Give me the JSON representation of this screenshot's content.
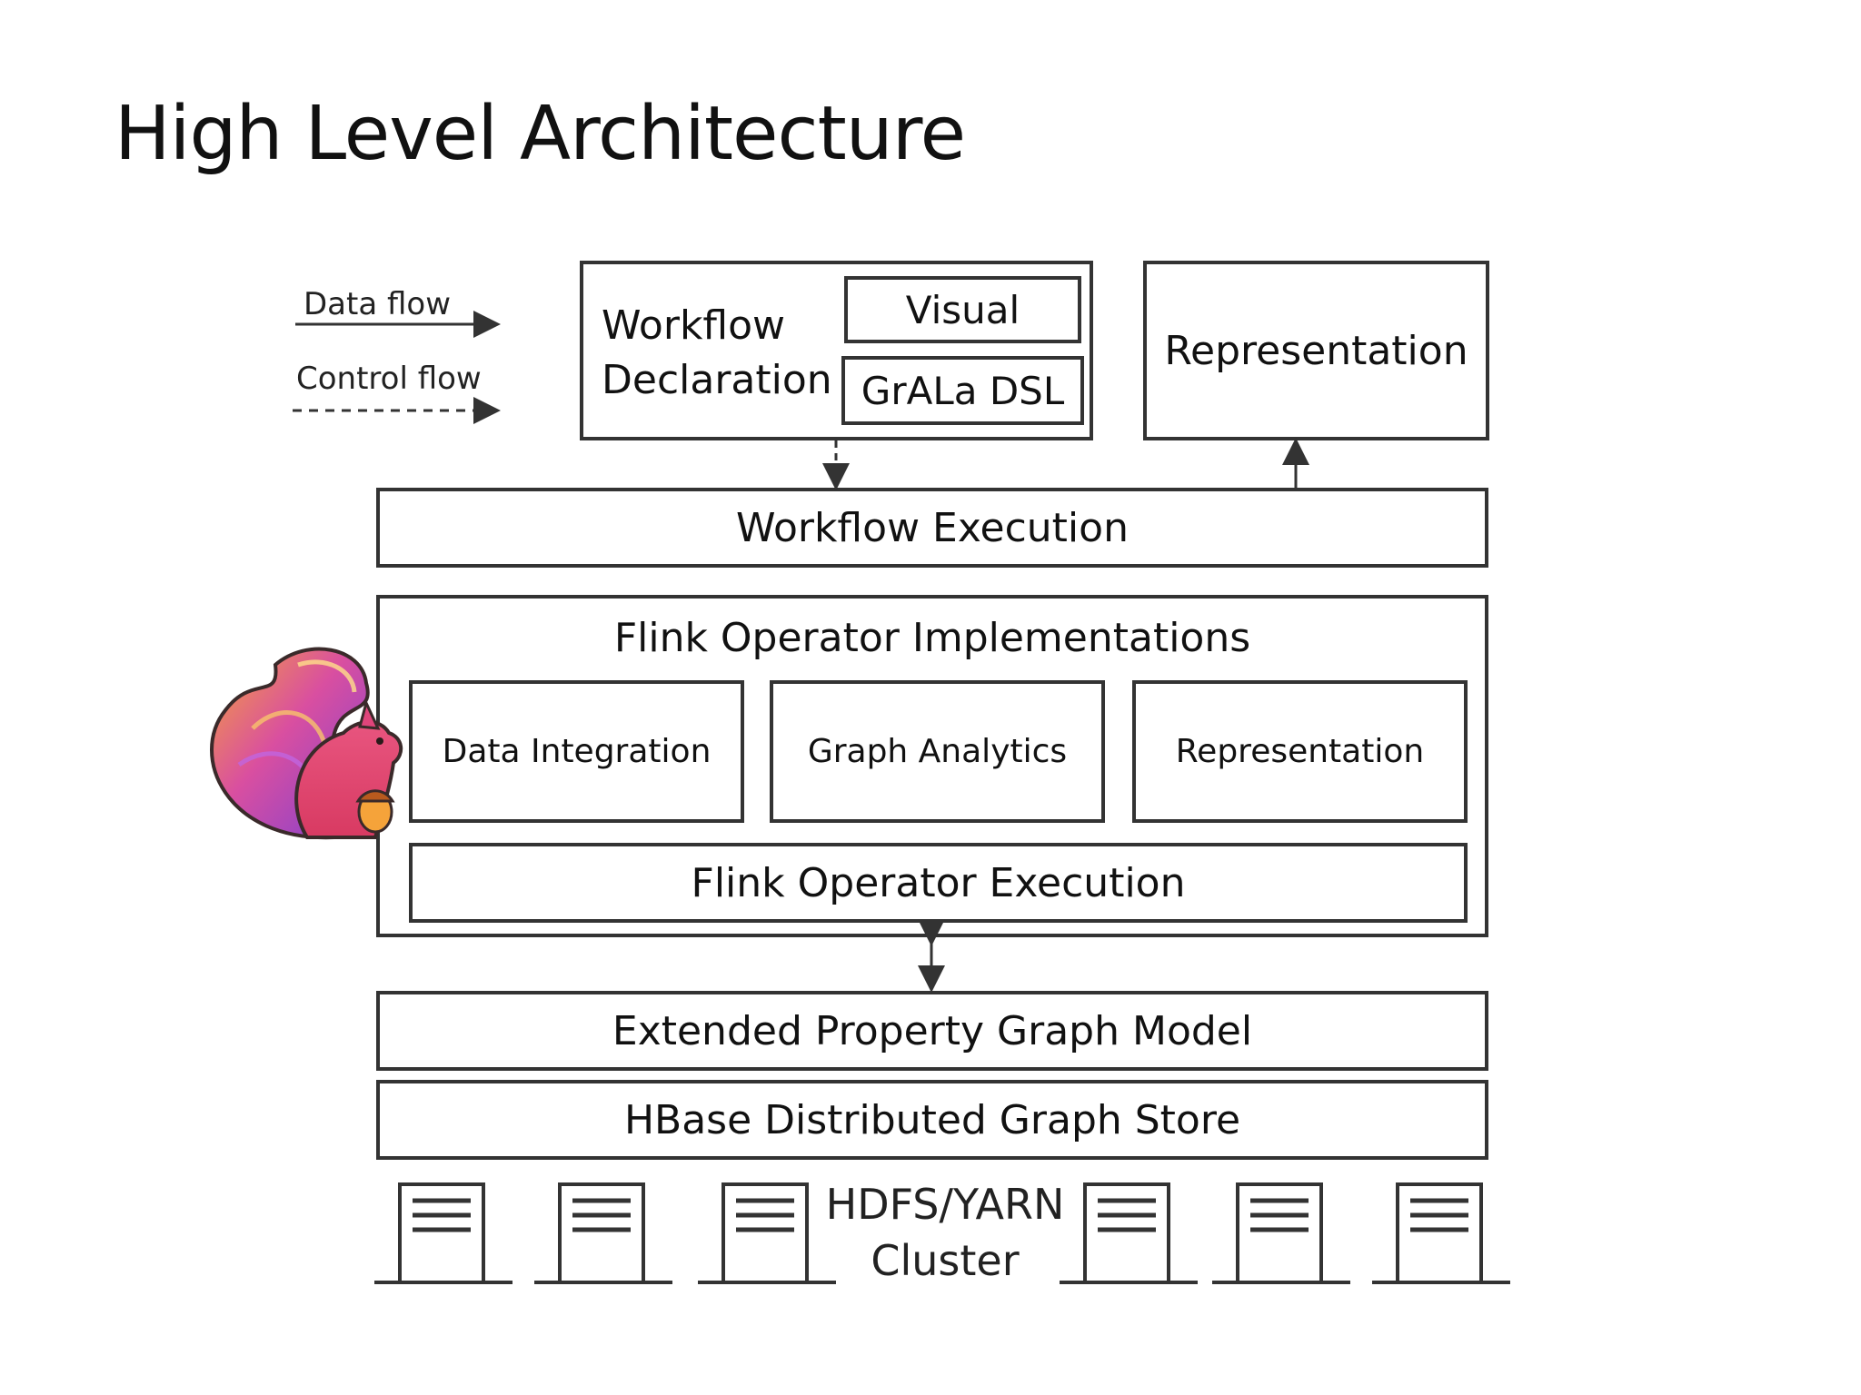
{
  "slide": {
    "title": "High Level Architecture"
  },
  "legend": {
    "data_flow": "Data flow",
    "control_flow": "Control flow"
  },
  "workflow_declaration": {
    "label_line1": "Workflow",
    "label_line2": "Declaration",
    "visual": "Visual",
    "dsl": "GrALa DSL"
  },
  "representation_top": "Representation",
  "workflow_execution": "Workflow Execution",
  "flink": {
    "implementations_title": "Flink Operator Implementations",
    "data_integration": "Data Integration",
    "graph_analytics": "Graph Analytics",
    "representation": "Representation",
    "operator_execution": "Flink Operator Execution"
  },
  "epgm": "Extended Property Graph Model",
  "hbase": "HBase Distributed Graph Store",
  "cluster": {
    "line1": "HDFS/YARN",
    "line2": "Cluster"
  },
  "icons": {
    "flink_logo": "squirrel-logo",
    "server": "server-icon"
  },
  "colors": {
    "border": "#333333",
    "logo_body": "#e0457b",
    "logo_tail_purple": "#9b4fd0",
    "logo_tail_orange": "#f5a33a"
  }
}
